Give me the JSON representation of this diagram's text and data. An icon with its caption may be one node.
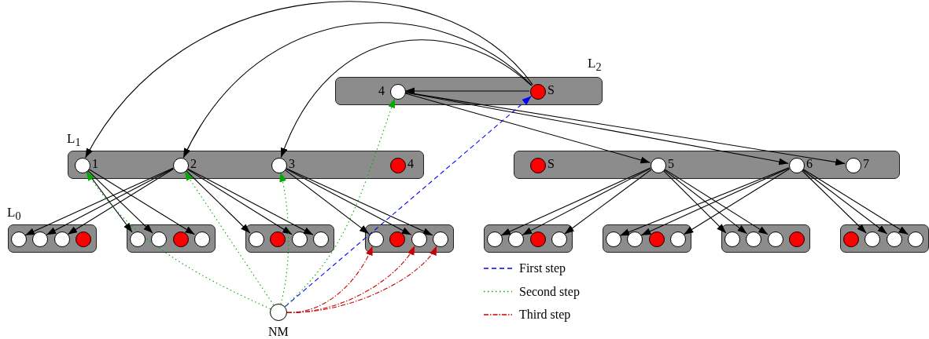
{
  "diagram": {
    "nodes": [
      {
        "text": [],
        "shape": "box"
      },
      {
        "text": [],
        "shape": "circle",
        "in": 0,
        "beside": [
          "4"
        ]
      },
      {
        "text": [],
        "shape": "circle",
        "in": 0,
        "beside": [
          "S"
        ]
      },
      {
        "text": [],
        "shape": "box"
      },
      {
        "text": [],
        "shape": "circle",
        "in": 3,
        "beside": [
          "1"
        ]
      },
      {
        "text": [],
        "shape": "circle",
        "in": 3,
        "beside": [
          "2"
        ]
      },
      {
        "text": [],
        "shape": "circle",
        "in": 3,
        "beside": [
          "3"
        ]
      },
      {
        "text": [],
        "shape": "circle",
        "in": 3,
        "beside": [
          "4"
        ]
      },
      {
        "text": [],
        "shape": "box"
      },
      {
        "text": [],
        "shape": "circle",
        "in": 8,
        "beside": [
          "S"
        ]
      },
      {
        "text": [],
        "shape": "circle",
        "in": 8,
        "beside": [
          "5"
        ]
      },
      {
        "text": [],
        "shape": "circle",
        "in": 8,
        "beside": [
          "6"
        ]
      },
      {
        "text": [],
        "shape": "circle",
        "in": 8,
        "beside": [
          "7"
        ]
      },
      {
        "text": [],
        "shape": "box"
      },
      {
        "text": [],
        "shape": "circle",
        "in": 13
      },
      {
        "text": [],
        "shape": "circle",
        "in": 13
      },
      {
        "text": [],
        "shape": "circle",
        "in": 13
      },
      {
        "text": [],
        "shape": "circle",
        "in": 13
      },
      {
        "text": [],
        "shape": "box"
      },
      {
        "text": [],
        "shape": "circle",
        "in": 18
      },
      {
        "text": [],
        "shape": "circle",
        "in": 18
      },
      {
        "text": [],
        "shape": "circle",
        "in": 18
      },
      {
        "text": [],
        "shape": "circle",
        "in": 18
      },
      {
        "text": [],
        "shape": "box"
      },
      {
        "text": [],
        "shape": "circle",
        "in": 23
      },
      {
        "text": [],
        "shape": "circle",
        "in": 23
      },
      {
        "text": [],
        "shape": "circle",
        "in": 23
      },
      {
        "text": [],
        "shape": "circle",
        "in": 23
      },
      {
        "text": [],
        "shape": "box"
      },
      {
        "text": [],
        "shape": "circle",
        "in": 28
      },
      {
        "text": [],
        "shape": "circle",
        "in": 28
      },
      {
        "text": [],
        "shape": "circle",
        "in": 28
      },
      {
        "text": [],
        "shape": "circle",
        "in": 28
      },
      {
        "text": [],
        "shape": "box"
      },
      {
        "text": [],
        "shape": "circle",
        "in": 33
      },
      {
        "text": [],
        "shape": "circle",
        "in": 33
      },
      {
        "text": [],
        "shape": "circle",
        "in": 33
      },
      {
        "text": [],
        "shape": "circle",
        "in": 33
      },
      {
        "text": [],
        "shape": "box"
      },
      {
        "text": [],
        "shape": "circle",
        "in": 38
      },
      {
        "text": [],
        "shape": "circle",
        "in": 38
      },
      {
        "text": [],
        "shape": "circle",
        "in": 38
      },
      {
        "text": [],
        "shape": "circle",
        "in": 38
      },
      {
        "text": [],
        "shape": "box"
      },
      {
        "text": [],
        "shape": "circle",
        "in": 43
      },
      {
        "text": [],
        "shape": "circle",
        "in": 43
      },
      {
        "text": [],
        "shape": "circle",
        "in": 43
      },
      {
        "text": [],
        "shape": "circle",
        "in": 43
      },
      {
        "text": [],
        "shape": "box"
      },
      {
        "text": [],
        "shape": "circle",
        "in": 48
      },
      {
        "text": [],
        "shape": "circle",
        "in": 48
      },
      {
        "text": [],
        "shape": "circle",
        "in": 48
      },
      {
        "text": [],
        "shape": "circle",
        "in": 48
      },
      {
        "text": [],
        "shape": "circle",
        "beside": [
          "NM"
        ]
      }
    ],
    "edges": [
      {
        "from": 2,
        "to": 1,
        "arrow": "to"
      },
      {
        "from": 2,
        "to": 4,
        "arrow": "to"
      },
      {
        "from": 2,
        "to": 5,
        "arrow": "to"
      },
      {
        "from": 2,
        "to": 6,
        "arrow": "to"
      },
      {
        "from": 1,
        "to": 10,
        "arrow": "to"
      },
      {
        "from": 1,
        "to": 11,
        "arrow": "to"
      },
      {
        "from": 1,
        "to": 12,
        "arrow": "to"
      },
      {
        "from": 4,
        "to": 19,
        "arrow": "to"
      },
      {
        "from": 4,
        "to": 20,
        "arrow": "to"
      },
      {
        "from": 4,
        "to": 22,
        "arrow": "to"
      },
      {
        "from": 5,
        "to": 14,
        "arrow": "to"
      },
      {
        "from": 5,
        "to": 15,
        "arrow": "to"
      },
      {
        "from": 5,
        "to": 16,
        "arrow": "to"
      },
      {
        "from": 5,
        "to": 24,
        "arrow": "to"
      },
      {
        "from": 5,
        "to": 26,
        "arrow": "to"
      },
      {
        "from": 5,
        "to": 27,
        "arrow": "to"
      },
      {
        "from": 6,
        "to": 29,
        "arrow": "to"
      },
      {
        "from": 6,
        "to": 31,
        "arrow": "to"
      },
      {
        "from": 6,
        "to": 32,
        "arrow": "to"
      },
      {
        "from": 10,
        "to": 34,
        "arrow": "to"
      },
      {
        "from": 10,
        "to": 35,
        "arrow": "to"
      },
      {
        "from": 10,
        "to": 37,
        "arrow": "to"
      },
      {
        "from": 10,
        "to": 44,
        "arrow": "to"
      },
      {
        "from": 10,
        "to": 45,
        "arrow": "to"
      },
      {
        "from": 10,
        "to": 46,
        "arrow": "to"
      },
      {
        "from": 11,
        "to": 39,
        "arrow": "to"
      },
      {
        "from": 11,
        "to": 40,
        "arrow": "to"
      },
      {
        "from": 11,
        "to": 42,
        "arrow": "to"
      },
      {
        "from": 11,
        "to": 50,
        "arrow": "to"
      },
      {
        "from": 11,
        "to": 51,
        "arrow": "to"
      },
      {
        "from": 11,
        "to": 52,
        "arrow": "to"
      },
      {
        "from": 53,
        "to": 2,
        "arrow": "to",
        "style": "dashed",
        "color": "#0000ff"
      },
      {
        "from": 53,
        "to": 4,
        "arrow": "to",
        "style": "dashed",
        "color": "#00aa00"
      },
      {
        "from": 53,
        "to": 5,
        "arrow": "to",
        "style": "dashed",
        "color": "#00aa00"
      },
      {
        "from": 53,
        "to": 6,
        "arrow": "to",
        "style": "dashed",
        "color": "#00aa00"
      },
      {
        "from": 53,
        "to": 1,
        "arrow": "to",
        "style": "dashed",
        "color": "#00aa00"
      },
      {
        "from": 53,
        "to": 29,
        "arrow": "to",
        "style": "dashed",
        "color": "#cc0000"
      },
      {
        "from": 53,
        "to": 31,
        "arrow": "to",
        "style": "dashed",
        "color": "#cc0000"
      },
      {
        "from": 53,
        "to": 32,
        "arrow": "to",
        "style": "dashed",
        "color": "#cc0000"
      }
    ],
    "labels": [
      "L$_{2}$",
      "L$_{1}$",
      "L$_{0}$"
    ],
    "legend": [
      {
        "text": "First step"
      },
      {
        "text": "Second step"
      },
      {
        "text": "Third step"
      }
    ]
  }
}
